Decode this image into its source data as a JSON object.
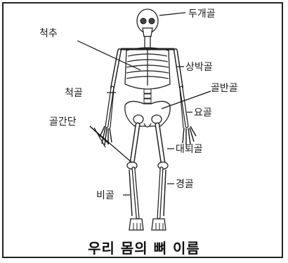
{
  "caption": "우리 몸의 뼈 이름",
  "labels": {
    "skull": "두개골",
    "spine": "척추",
    "humerus": "상박골",
    "pelvis": "골반골",
    "ulna": "척골",
    "radius": "요골",
    "joint": "골간단",
    "femur": "대퇴골",
    "tibia": "경골",
    "fibula": "비골"
  }
}
